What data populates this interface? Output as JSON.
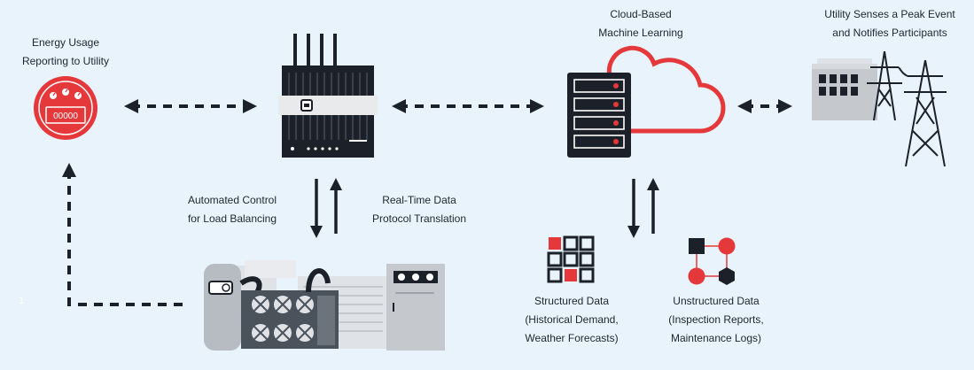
{
  "labels": {
    "meter": [
      "Energy Usage",
      "Reporting to Utility"
    ],
    "meter_display": "00000",
    "cloud": [
      "Cloud-Based",
      "Machine Learning"
    ],
    "utility": [
      "Utility Senses a Peak Event",
      "and Notifies Participants"
    ],
    "control": [
      "Automated Control",
      "for Load Balancing"
    ],
    "realtime": [
      "Real-Time Data",
      "Protocol Translation"
    ],
    "structured": [
      "Structured Data",
      "(Historical Demand,",
      "Weather Forecasts)"
    ],
    "unstructured": [
      "Unstructured Data",
      "(Inspection Reports,",
      "Maintenance Logs)"
    ],
    "corner_mark": "1"
  },
  "icons": {
    "meter": "electric-meter-icon",
    "gateway": "iot-gateway-icon",
    "server": "server-rack-icon",
    "cloud": "cloud-icon",
    "utility": "power-tower-icon",
    "equipment": "hvac-equipment-icon",
    "structured": "structured-grid-icon",
    "unstructured": "unstructured-nodes-icon"
  },
  "colors": {
    "background": "#e8f3fb",
    "accent": "#e5383b",
    "dark": "#1c2129",
    "text": "#1e2630",
    "gray": "#c5c9ce"
  }
}
